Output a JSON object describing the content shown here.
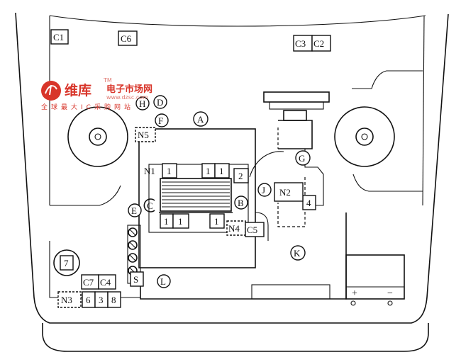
{
  "watermark": {
    "brand": "维库",
    "name": "电子市场网",
    "tagline": "全球最大IC采购网站",
    "url": "www.dzsc.com",
    "tm": "TM",
    "color": "#d8352a"
  },
  "labels": {
    "c1": "C1",
    "c6": "C6",
    "c3": "C3",
    "c2": "C2",
    "h": "H",
    "d": "D",
    "f": "F",
    "a": "A",
    "n5": "N5",
    "g": "G",
    "n1": "N1",
    "one_a": "1",
    "one_b": "1",
    "one_c": "1",
    "two": "2",
    "j": "J",
    "n2": "N2",
    "b": "B",
    "four": "4",
    "e": "E",
    "c": "C",
    "one_d": "1",
    "one_e": "1",
    "one_f": "1",
    "n4": "N4",
    "c5": "C5",
    "k": "K",
    "seven": "7",
    "c7": "C7",
    "c4": "C4",
    "s": "S",
    "l": "L",
    "n3": "N3",
    "six": "6",
    "three": "3",
    "eight": "8",
    "plus": "+",
    "minus": "−"
  }
}
